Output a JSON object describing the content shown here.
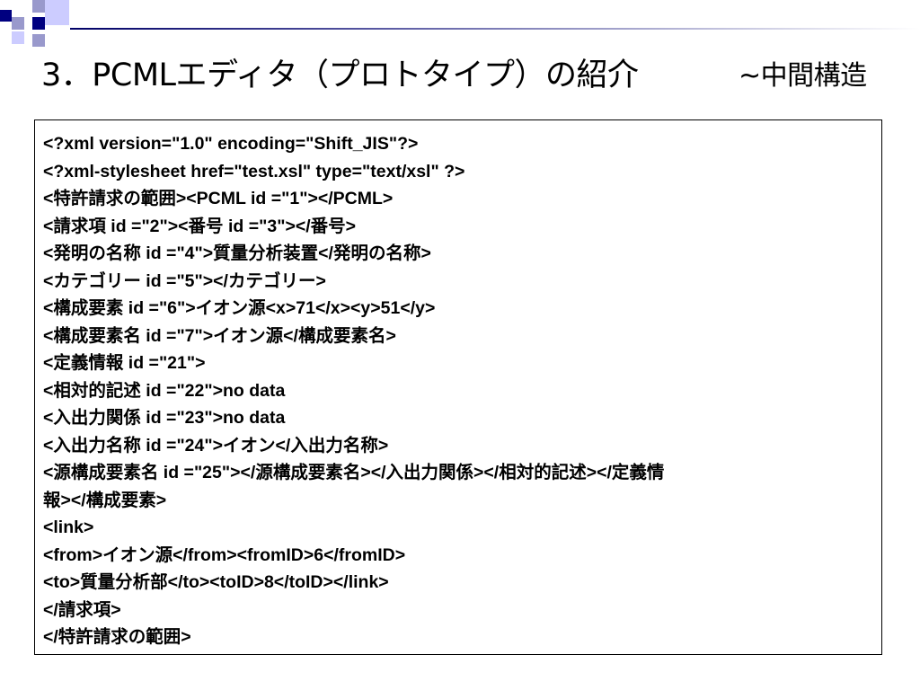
{
  "slide": {
    "title": "3．PCMLエディタ（プロトタイプ）の紹介",
    "subtitle": "~中間構造"
  },
  "code": {
    "lines": [
      "<?xml version=\"1.0\" encoding=\"Shift_JIS\"?>",
      "<?xml-stylesheet href=\"test.xsl\" type=\"text/xsl\" ?>",
      "<特許請求の範囲><PCML id =\"1\"></PCML>",
      "<請求項 id =\"2\"><番号 id =\"3\"></番号>",
      "<発明の名称 id =\"4\">質量分析装置</発明の名称>",
      "<カテゴリー id =\"5\"></カテゴリー>",
      "<構成要素 id =\"6\">イオン源<x>71</x><y>51</y>",
      "<構成要素名 id =\"7\">イオン源</構成要素名>",
      "<定義情報 id =\"21\">",
      "<相対的記述 id =\"22\">no data",
      "<入出力関係 id =\"23\">no data",
      "<入出力名称 id =\"24\">イオン</入出力名称>",
      "<源構成要素名 id =\"25\"></源構成要素名></入出力関係></相対的記述></定義情",
      "報></構成要素>",
      "<link>",
      "<from>イオン源</from><fromID>6</fromID>",
      "<to>質量分析部</to><toID>8</toID></link>",
      "</請求項>",
      "</特許請求の範囲>"
    ]
  },
  "colors": {
    "navy": "#000080",
    "lavender": "#9999cc",
    "pale": "#ccccff"
  }
}
